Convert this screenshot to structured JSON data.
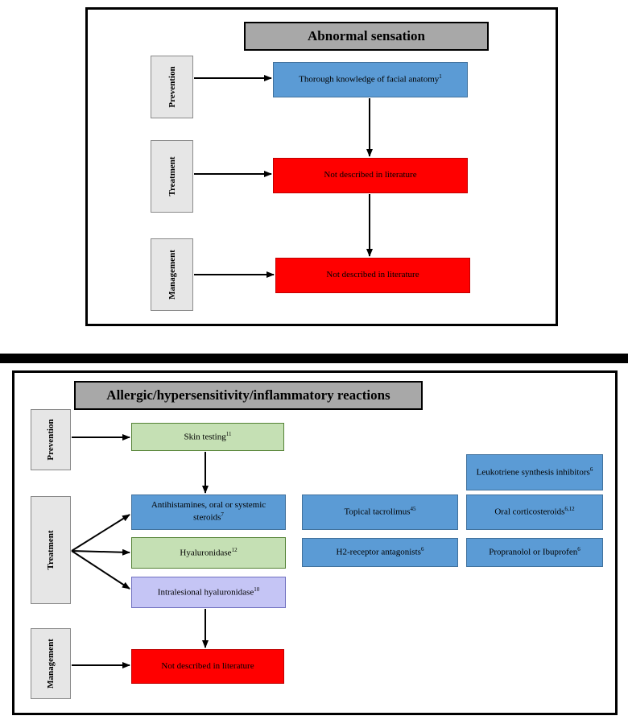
{
  "panel1": {
    "title": "Abnormal sensation",
    "rows": {
      "prevention": "Prevention",
      "treatment": "Treatment",
      "management": "Management"
    },
    "boxes": {
      "prevention": {
        "text": "Thorough knowledge of facial anatomy",
        "ref": "1"
      },
      "treatment": {
        "text": "Not described in literature"
      },
      "management": {
        "text": "Not described in literature"
      }
    }
  },
  "panel2": {
    "title": "Allergic/hypersensitivity/inflammatory reactions",
    "rows": {
      "prevention": "Prevention",
      "treatment": "Treatment",
      "management": "Management"
    },
    "boxes": {
      "skin_testing": {
        "text": "Skin testing",
        "ref": "11"
      },
      "antihistamines": {
        "text": "Antihistamines, oral or systemic steroids",
        "ref": "7"
      },
      "hyaluronidase": {
        "text": "Hyaluronidase",
        "ref": "12"
      },
      "intralesional": {
        "text": "Intralesional hyaluronidase",
        "ref": "10"
      },
      "management": {
        "text": "Not described in literature"
      },
      "tacrolimus": {
        "text": "Topical tacrolimus",
        "ref": "45"
      },
      "h2": {
        "text": "H2-receptor antagonists",
        "ref": "6"
      },
      "leukotriene": {
        "text": "Leukotriene synthesis inhibitors",
        "ref": "6"
      },
      "corticosteroids": {
        "text": "Oral corticosteroids",
        "ref": "6,12"
      },
      "propranolol": {
        "text": "Propranolol or Ibuprofen",
        "ref": "6"
      }
    }
  },
  "colors": {
    "blue": "#5b9bd5",
    "red": "#ff0000",
    "green": "#c5e0b4",
    "purple": "#c5c5f5",
    "title_gray": "#a8a8a8",
    "side_gray": "#e6e6e6"
  }
}
